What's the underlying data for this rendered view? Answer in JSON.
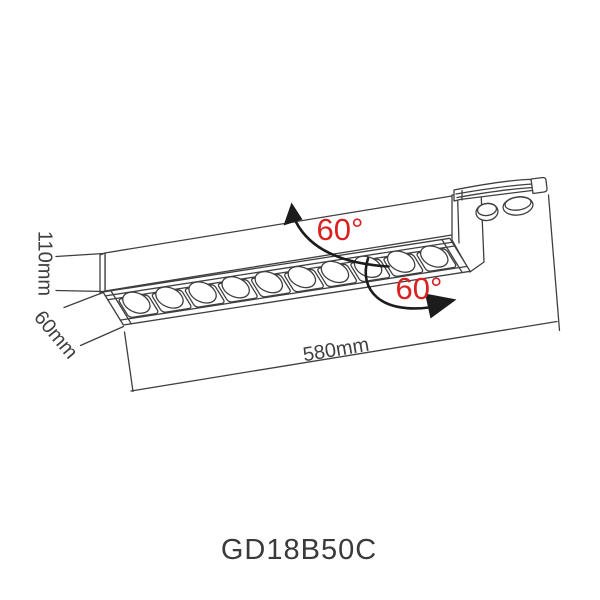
{
  "page": {
    "background": "#ffffff"
  },
  "model_number": "GD18B50C",
  "dimensions": {
    "housing_height": "110mm",
    "bar_height": "60mm",
    "length": "580mm"
  },
  "rotation": {
    "up": "60°",
    "down": "60°"
  },
  "fixture": {
    "led_count": 10
  },
  "colors": {
    "line": "#3f3f3f",
    "accent_red": "#d92121",
    "arrow": "#1c1c1c",
    "text": "#3a3a3a"
  }
}
